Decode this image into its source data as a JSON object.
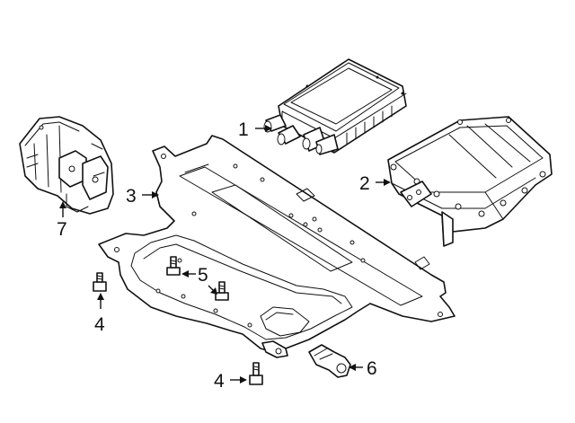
{
  "diagram": {
    "background": "#ffffff",
    "line_color": "#111111",
    "callouts": [
      {
        "id": "c1",
        "label": "1",
        "part": "inverter-module"
      },
      {
        "id": "c2",
        "label": "2",
        "part": "power-control-module"
      },
      {
        "id": "c3",
        "label": "3",
        "part": "underbody-shield"
      },
      {
        "id": "c4a",
        "label": "4",
        "part": "bolt"
      },
      {
        "id": "c4b",
        "label": "4",
        "part": "bolt"
      },
      {
        "id": "c5",
        "label": "5",
        "part": "bolt"
      },
      {
        "id": "c6",
        "label": "6",
        "part": "bracket"
      },
      {
        "id": "c7",
        "label": "7",
        "part": "junction-block"
      }
    ]
  }
}
